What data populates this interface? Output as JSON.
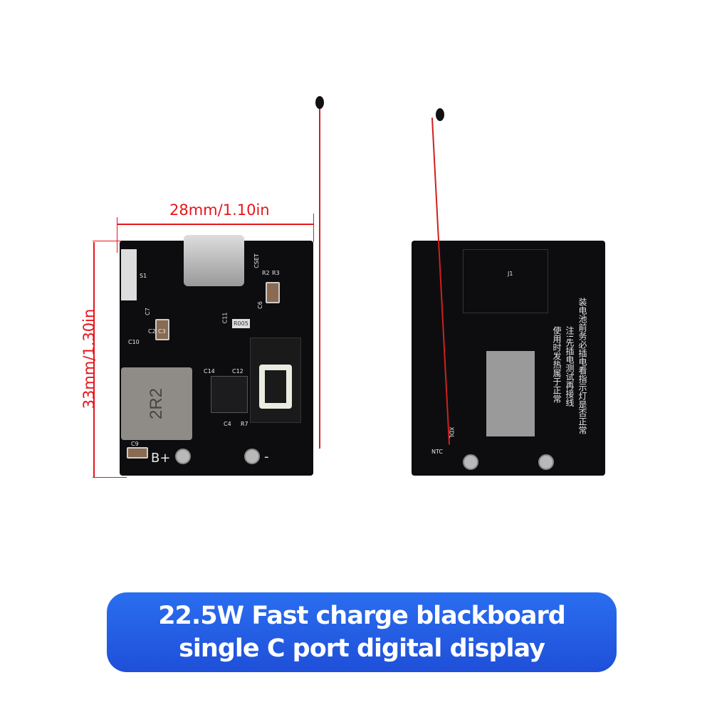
{
  "dimensions": {
    "width_label": "28mm/1.10in",
    "height_label": "33mm/1.30in"
  },
  "front_board": {
    "inductor_label": "2R2",
    "terminal_plus": "B+",
    "terminal_minus": "-",
    "switch_label": "S1",
    "resistor_label": "R005",
    "component_labels": [
      "C7",
      "C2",
      "C3",
      "C10",
      "C11",
      "C6",
      "C14",
      "C12",
      "C4",
      "R7",
      "C9",
      "R2",
      "R3",
      "CSET"
    ]
  },
  "back_board": {
    "connector_label": "J1",
    "ntc_label": "NTC",
    "xdl_label": "XDL",
    "notes": [
      "装电池前务必插电看指示灯是否正常",
      "注!先插电测试再接线",
      "使用时发热属于正常"
    ]
  },
  "banner": {
    "line1": "22.5W Fast charge blackboard",
    "line2": "single C port digital display",
    "color": "#2563e8"
  }
}
